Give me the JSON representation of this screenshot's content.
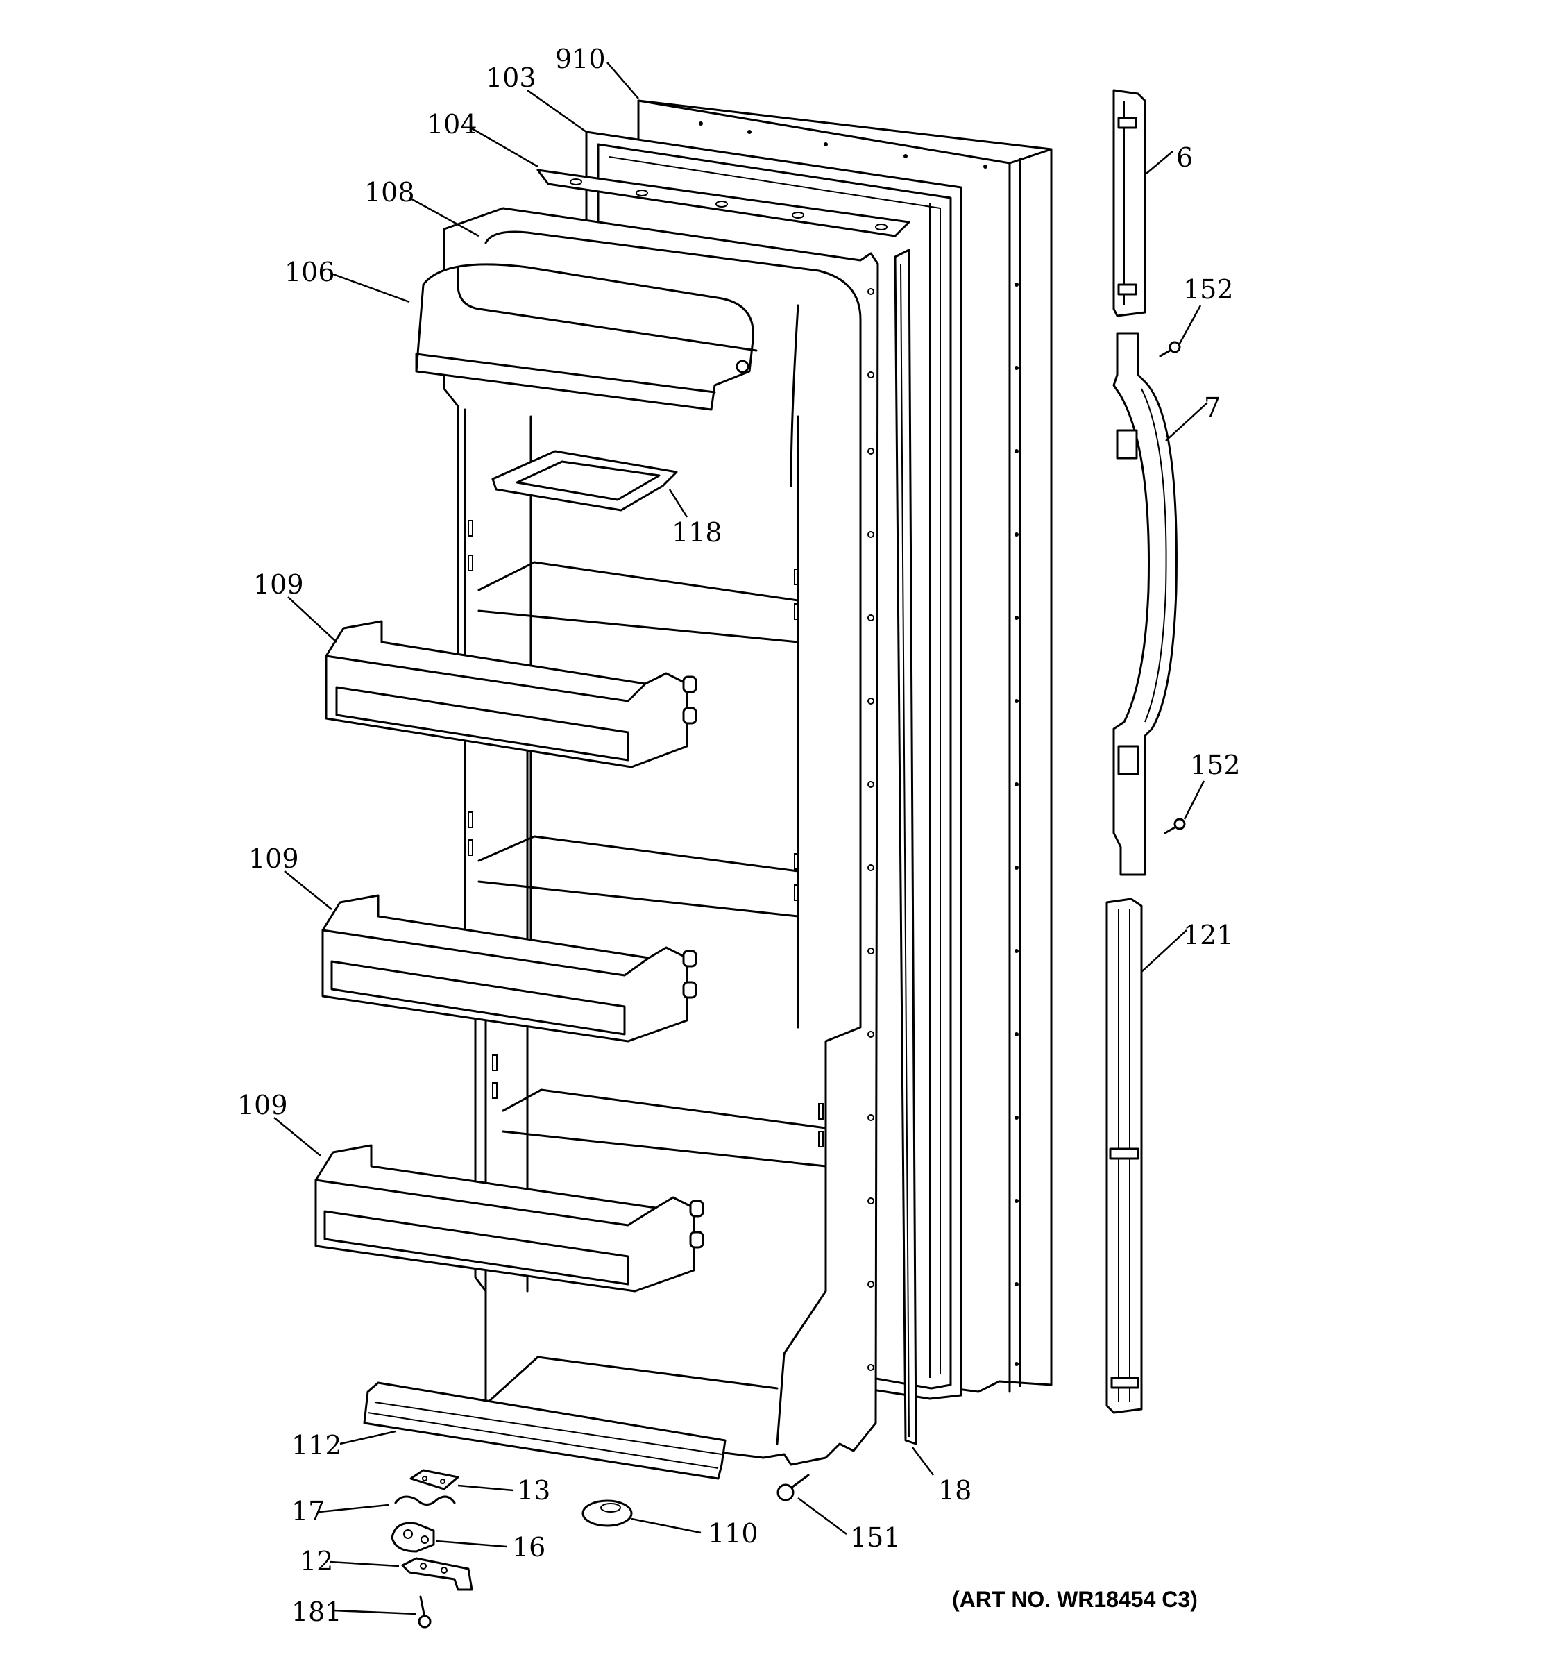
{
  "diagram": {
    "art_number": "(ART NO. WR18454 C3)",
    "callouts": [
      {
        "id": "910",
        "text": "910"
      },
      {
        "id": "103",
        "text": "103"
      },
      {
        "id": "104",
        "text": "104"
      },
      {
        "id": "108",
        "text": "108"
      },
      {
        "id": "106",
        "text": "106"
      },
      {
        "id": "118",
        "text": "118"
      },
      {
        "id": "109a",
        "text": "109"
      },
      {
        "id": "109b",
        "text": "109"
      },
      {
        "id": "109c",
        "text": "109"
      },
      {
        "id": "112",
        "text": "112"
      },
      {
        "id": "13",
        "text": "13"
      },
      {
        "id": "17",
        "text": "17"
      },
      {
        "id": "16",
        "text": "16"
      },
      {
        "id": "12",
        "text": "12"
      },
      {
        "id": "181",
        "text": "181"
      },
      {
        "id": "110",
        "text": "110"
      },
      {
        "id": "151",
        "text": "151"
      },
      {
        "id": "18",
        "text": "18"
      },
      {
        "id": "6",
        "text": "6"
      },
      {
        "id": "152a",
        "text": "152"
      },
      {
        "id": "7",
        "text": "7"
      },
      {
        "id": "152b",
        "text": "152"
      },
      {
        "id": "121",
        "text": "121"
      }
    ]
  }
}
